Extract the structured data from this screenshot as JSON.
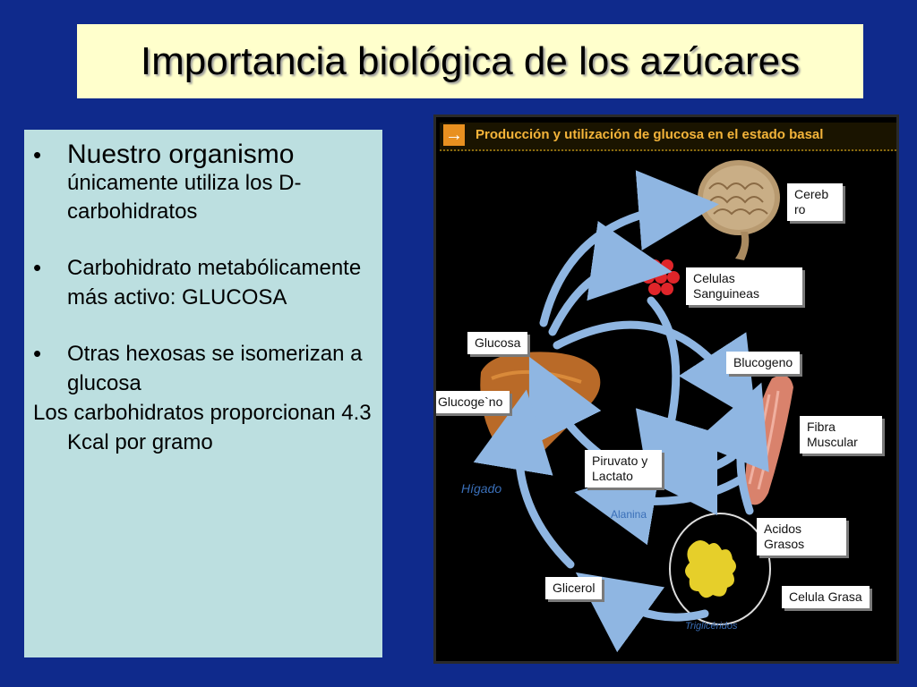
{
  "slide": {
    "title": "Importancia biológica de los azúcares"
  },
  "text_panel": {
    "bullets": [
      {
        "main": "Nuestro organismo",
        "sub": "únicamente utiliza los D-carbohidratos"
      },
      {
        "text": "Carbohidrato metabólicamente más activo:  GLUCOSA"
      },
      {
        "text": "Otras hexosas se isomerizan a glucosa"
      }
    ],
    "paragraph": "Los carbohidratos proporcionan 4.3 Kcal por gramo",
    "bullet_char": "•"
  },
  "figure": {
    "title": "Producción y utilización de glucosa en el estado basal",
    "labels": {
      "cerebro": "Cereb ro",
      "celulas": "Celulas Sanguineas",
      "glucosa": "Glucosa",
      "blucogeno": "Blucogeno",
      "glucogeno": "Glucoge`no",
      "fibra": "Fibra Muscular",
      "piruvato": "Piruvato y Lactato",
      "acidos": "Acidos Grasos",
      "glicerol": "Glicerol",
      "celula_grasa": "Celula Grasa"
    },
    "colors": {
      "arrow": "#8fb6e2",
      "header_text": "#f4b43a",
      "background": "#000000"
    }
  }
}
